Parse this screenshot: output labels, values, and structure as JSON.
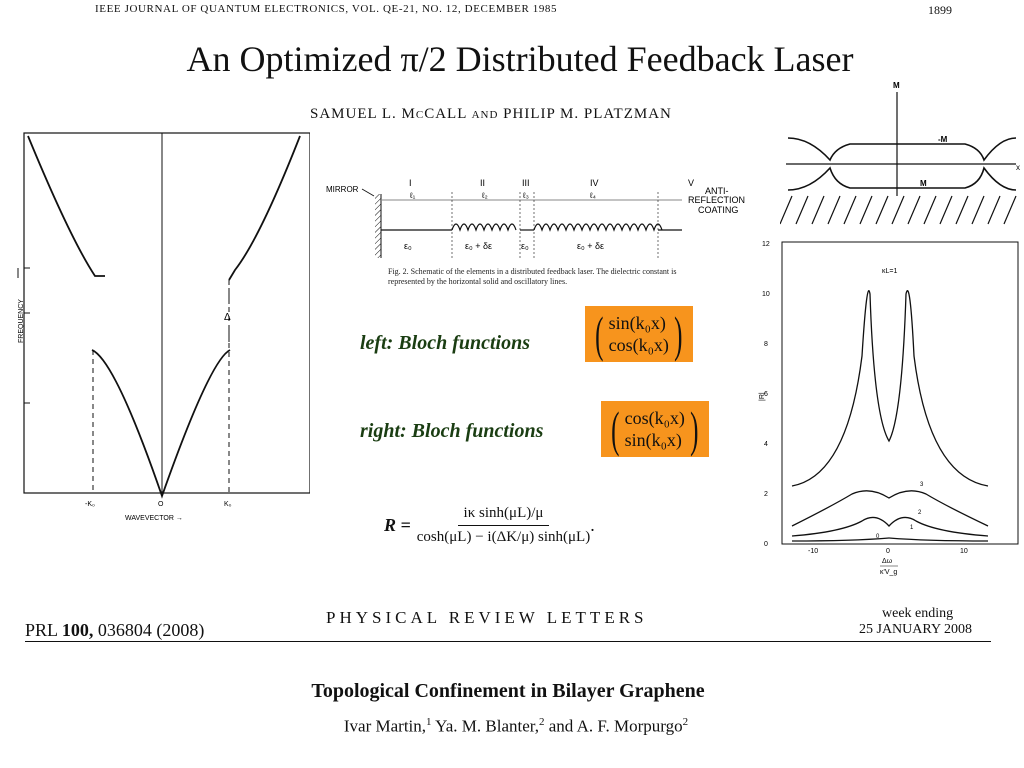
{
  "header": {
    "journal": "IEEE JOURNAL OF QUANTUM ELECTRONICS, VOL. QE-21, NO. 12, DECEMBER 1985",
    "page": "1899",
    "title": "An Optimized π/2 Distributed Feedback Laser",
    "author1": "SAMUEL L. M",
    "author1_sc": "C",
    "author1_rest": "CALL",
    "and_word": "AND",
    "author2": "PHILIP M. PLATZMAN"
  },
  "band_plot": {
    "ylabel": "FREQUENCY",
    "xlabel": "WAVEVECTOR →",
    "tick_neg": "-K₀",
    "tick_zero": "O",
    "tick_pos": "K₀",
    "gap_label": "Δ"
  },
  "schematic": {
    "mirror": "MIRROR",
    "regions": [
      "I",
      "II",
      "III",
      "IV",
      "V"
    ],
    "lengths": [
      "ℓ₁",
      "ℓ₂",
      "ℓ₃",
      "ℓ₄"
    ],
    "eps": [
      "ε₀",
      "ε₀ + δε",
      "ε₀",
      "ε₀ + δε"
    ],
    "anti1": "ANTI-",
    "anti2": "REFLECTION",
    "anti3": "COATING",
    "caption": "Fig. 2. Schematic of the elements in a distributed feedback laser. The dielectric constant is represented by the horizontal solid and oscillatory lines."
  },
  "mass_diagram": {
    "top": "M",
    "minus_m": "-M",
    "m": "M",
    "x": "x"
  },
  "reflectivity_plot": {
    "ylabel": "|R|",
    "xlabel_num": "Δω",
    "xlabel_den": "κ'V_g",
    "param": "κL=1",
    "yticks": [
      "0",
      "2",
      "4",
      "6",
      "8",
      "10",
      "12"
    ],
    "xticks": [
      "-10",
      "0",
      "10"
    ],
    "curve_labels": [
      "3",
      "2",
      "1",
      "0"
    ]
  },
  "bloch": {
    "left_label": "left: Bloch functions",
    "right_label": "right: Bloch functions",
    "left_top": "sin(k₀x)",
    "left_bottom": "cos(k₀x)",
    "right_top": "cos(k₀x)",
    "right_bottom": "sin(k₀x)"
  },
  "formula": {
    "lhs": "R =",
    "numerator": "iκ sinh(μL)/μ",
    "denominator": "cosh(μL) − i(ΔK/μ) sinh(μL)",
    "end": "."
  },
  "prl": {
    "citation_a": "PRL ",
    "citation_b": "100,",
    "citation_c": " 036804 (2008)",
    "journal": "PHYSICAL REVIEW LETTERS",
    "week": "week ending",
    "date": "25 JANUARY 2008",
    "title": "Topological Confinement in Bilayer Graphene",
    "a1": "Ivar Martin,",
    "s1": "1",
    "a2": " Ya. M. Blanter,",
    "s2": "2",
    "a3": " and A. F. Morpurgo",
    "s3": "2"
  }
}
